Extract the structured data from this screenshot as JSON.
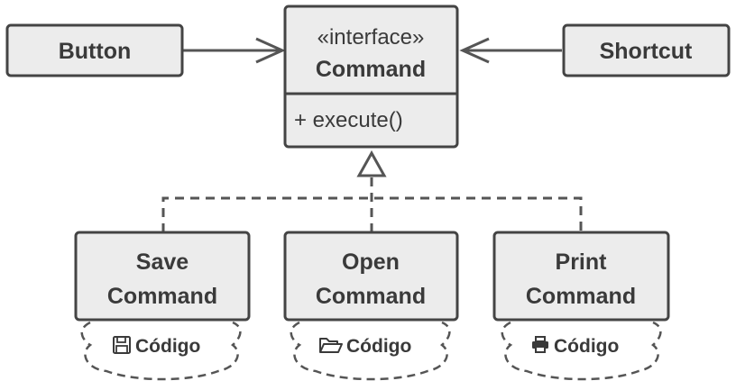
{
  "interface": {
    "stereotype": "«interface»",
    "name": "Command",
    "method": "+ execute()"
  },
  "invokers": {
    "left": "Button",
    "right": "Shortcut"
  },
  "commands": [
    {
      "line1": "Save",
      "line2": "Command",
      "code_label": "Código",
      "code_icon": "floppy-disk-icon"
    },
    {
      "line1": "Open",
      "line2": "Command",
      "code_label": "Código",
      "code_icon": "folder-icon"
    },
    {
      "line1": "Print",
      "line2": "Command",
      "code_label": "Código",
      "code_icon": "printer-icon"
    }
  ],
  "colors": {
    "box_fill": "#ececec",
    "stroke": "#444444",
    "text": "#3a3a3a"
  }
}
